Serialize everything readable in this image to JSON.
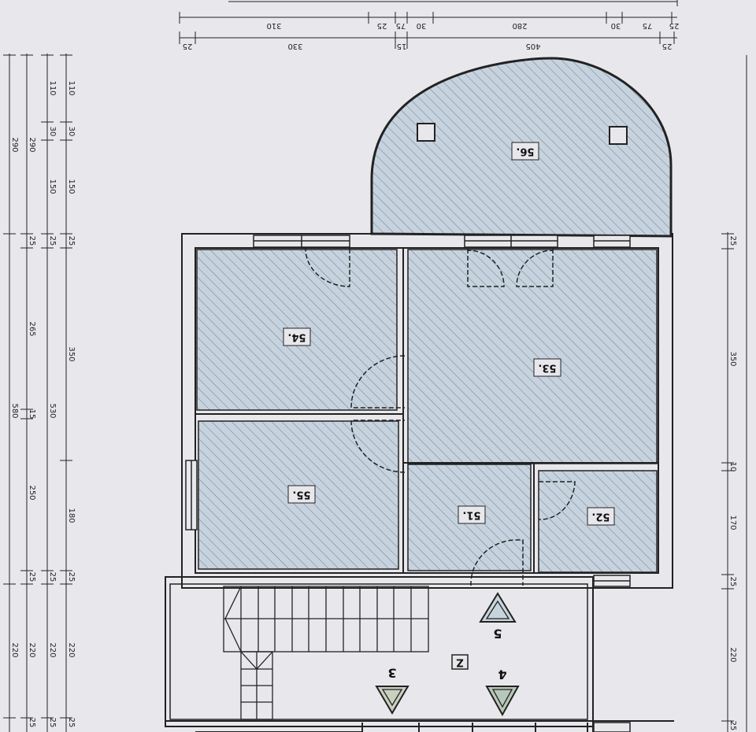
{
  "colors": {
    "hatch_fill": "#c6d3de",
    "line": "#222222",
    "paper": "#e8e8ec"
  },
  "rooms": [
    {
      "id": "r54",
      "label": "54."
    },
    {
      "id": "r53",
      "label": "53."
    },
    {
      "id": "r55",
      "label": "55."
    },
    {
      "id": "r51",
      "label": "51."
    },
    {
      "id": "r52",
      "label": "52."
    },
    {
      "id": "r56",
      "label": "56."
    }
  ],
  "markers": {
    "m3": "3",
    "m4": "4",
    "m5": "5",
    "z": "Z"
  },
  "dims": {
    "top_row1": [
      "310",
      "25",
      "75",
      "30",
      "280",
      "30",
      "75",
      "25"
    ],
    "top_row2": [
      "25",
      "330",
      "15",
      "405",
      "25"
    ],
    "left_col1": [
      "110",
      "30",
      "150",
      "25",
      "350",
      "180",
      "25",
      "220",
      "25"
    ],
    "left_col2": [
      "110",
      "30",
      "150",
      "25",
      "530",
      "25",
      "220",
      "25"
    ],
    "left_col3": [
      "290",
      "25",
      "265",
      "15",
      "250",
      "25",
      "220",
      "25"
    ],
    "left_col4": [
      "290",
      "580",
      "220"
    ],
    "right_col": [
      "25",
      "350",
      "10",
      "170",
      "25",
      "220",
      "25"
    ]
  }
}
